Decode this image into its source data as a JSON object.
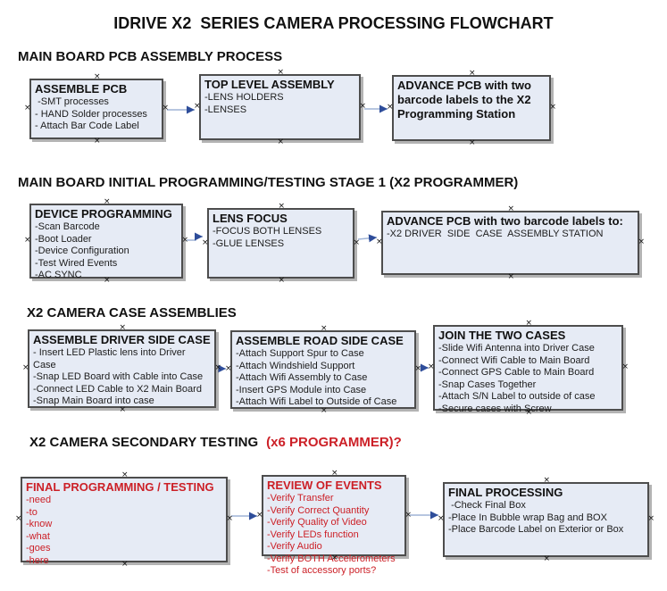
{
  "title": "IDRIVE X2  SERIES CAMERA PROCESSING FLOWCHART",
  "colors": {
    "box_fill": "#e6ebf5",
    "box_border": "#4d4d4d",
    "red_text": "#cc2027",
    "arrow_line": "#9fb4d6",
    "arrow_head": "#2e4d9a",
    "shadow": "#808080"
  },
  "sections": {
    "s1": {
      "header": "MAIN BOARD PCB ASSEMBLY PROCESS"
    },
    "s2": {
      "header": "MAIN BOARD INITIAL PROGRAMMING/TESTING STAGE 1 (X2 PROGRAMMER)"
    },
    "s3": {
      "header": "X2 CAMERA CASE ASSEMBLIES"
    },
    "s4": {
      "header": "X2 CAMERA SECONDARY TESTING",
      "header_red": "(x6 PROGRAMMER)?"
    }
  },
  "boxes": {
    "assemble_pcb": {
      "title": "ASSEMBLE PCB",
      "items": [
        " -SMT processes",
        "- HAND Solder processes",
        "- Attach Bar Code Label"
      ]
    },
    "top_level_assembly": {
      "title": "TOP LEVEL ASSEMBLY",
      "items": [
        "-LENS HOLDERS",
        "-LENSES"
      ]
    },
    "advance_pcb_programming_station": {
      "title": "ADVANCE PCB with two barcode labels to the X2 Programming Station"
    },
    "device_programming": {
      "title": "DEVICE PROGRAMMING",
      "items": [
        "-Scan Barcode",
        "-Boot Loader",
        "-Device Configuration",
        "-Test Wired Events",
        "-AC SYNC"
      ]
    },
    "lens_focus": {
      "title": "LENS FOCUS",
      "items": [
        "-FOCUS BOTH LENSES",
        "-GLUE LENSES"
      ]
    },
    "advance_pcb_driver_side": {
      "title": "ADVANCE PCB with two barcode labels to:",
      "items": [
        "-X2 DRIVER  SIDE  CASE  ASSEMBLY STATION"
      ]
    },
    "assemble_driver_side_case": {
      "title": "ASSEMBLE DRIVER SIDE CASE",
      "items": [
        "- Insert LED Plastic lens into Driver Case",
        "-Snap LED Board with Cable into Case",
        "-Connect LED Cable to X2 Main Board",
        "-Snap Main Board into case"
      ]
    },
    "assemble_road_side_case": {
      "title": "ASSEMBLE ROAD SIDE CASE",
      "items": [
        "-Attach Support Spur to Case",
        "-Attach Windshield Support",
        "-Attach Wifi Assembly to Case",
        "-Insert GPS Module into Case",
        "-Attach Wifi Label to Outside of Case"
      ]
    },
    "join_the_two_cases": {
      "title": "JOIN THE TWO CASES",
      "items": [
        "-Slide Wifi Antenna into Driver Case",
        "-Connect Wifi Cable to Main Board",
        "-Connect GPS Cable to Main Board",
        "-Snap Cases Together",
        "-Attach S/N Label to outside of case",
        "-Secure cases with Screw"
      ]
    },
    "final_programming_testing": {
      "title": "FINAL PROGRAMMING / TESTING",
      "items": [
        "-need",
        "-to",
        "-know",
        "-what",
        "-goes",
        "-here"
      ]
    },
    "review_of_events": {
      "title": "REVIEW OF EVENTS",
      "items": [
        "-Verify Transfer",
        "-Verify Correct Quantity",
        "-Verify Quality of Video",
        "-Verify LEDs function",
        "-Verify Audio",
        "-Verify BOTH Accelerometers",
        "-Test of accessory ports?"
      ]
    },
    "final_processing": {
      "title": "FINAL PROCESSING",
      "items": [
        " -Check Final Box",
        "-Place In Bubble wrap Bag and BOX",
        "-Place Barcode Label on Exterior or Box"
      ]
    }
  },
  "handle_glyph": "×"
}
